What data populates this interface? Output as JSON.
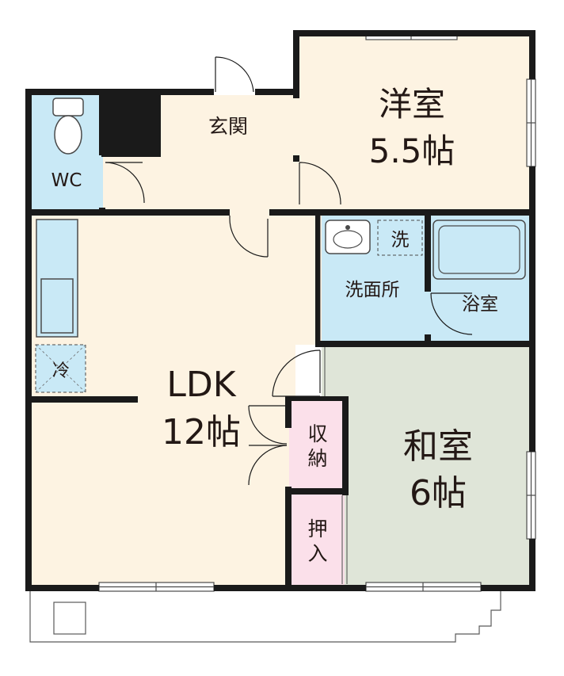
{
  "rooms": {
    "western": {
      "name": "洋室",
      "size": "5.5帖"
    },
    "ldk": {
      "name": "LDK",
      "size": "12帖"
    },
    "japanese": {
      "name": "和室",
      "size": "6帖"
    },
    "entrance": {
      "name": "玄関"
    },
    "wc": {
      "name": "WC"
    },
    "washroom": {
      "name": "洗面所"
    },
    "bathroom": {
      "name": "浴室"
    },
    "storage": {
      "line1": "収",
      "line2": "納"
    },
    "closet": {
      "line1": "押",
      "line2": "入"
    }
  },
  "fixtures": {
    "washer": "洗",
    "fridge": "冷"
  },
  "colors": {
    "wall": "#1a1a1a",
    "ldk_floor": "#fdf3e2",
    "western_floor": "#fdf3e2",
    "entrance_floor": "#fdf3e2",
    "japanese_floor": "#dfe5d8",
    "wet_area": "#c9e9f6",
    "storage": "#fbe0ea"
  }
}
